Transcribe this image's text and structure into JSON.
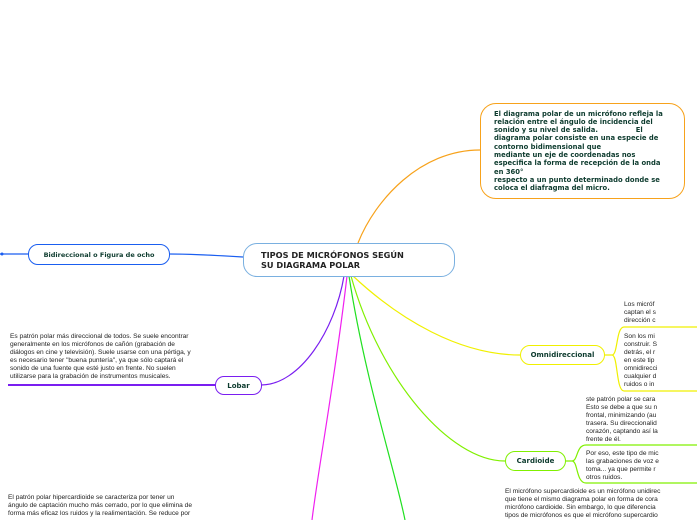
{
  "central": {
    "title_line1": "TIPOS DE MICRÓFONOS SEGÚN",
    "title_line2": "SU DIAGRAMA POLAR"
  },
  "definition": {
    "lines": [
      "El diagrama polar de un micrófono refleja la",
      "relación entre el ángulo de incidencia del",
      "sonido y su nivel de salida.                El",
      "diagrama polar consiste en una especie de",
      "contorno bidimensional que",
      "mediante un eje de coordenadas nos",
      "especifica la forma de recepción de la onda",
      "en 360°",
      "respecto a un punto determinado donde se",
      "coloca el diafragma del micro."
    ]
  },
  "bidireccional": {
    "label": "Bidireccional o Figura de ocho"
  },
  "lobar": {
    "label": "Lobar",
    "note": [
      "Es patrón polar más direccional de todos. Se suele encontrar",
      "generalmente en los micrófonos de cañón (grabación de",
      "diálogos en cine y televisión). Suele usarse con una pértiga, y",
      "es necesario tener \"buena puntería\", ya que sólo captará el",
      "sonido de una fuente que esté justo en frente. No suelen",
      "utilizarse para la grabación de instrumentos musicales."
    ]
  },
  "omnidireccional": {
    "label": "Omnidireccional",
    "notes": [
      [
        "Los micróf",
        "captan el s",
        "dirección c"
      ],
      [
        "Son los mi",
        "construir. S",
        "detrás, el r",
        "en este tip",
        "omnidirecci",
        "cualquier d",
        "ruidos o in"
      ]
    ]
  },
  "cardioide": {
    "label": "Cardioide",
    "notes": [
      [
        "ste patrón polar se cara",
        "Esto se debe a que su n",
        "frontal, minimizando (au",
        "trasera. Su direccionalid",
        "corazón, captando así la",
        "frente de él."
      ],
      [
        "Por eso, este tipo de mic",
        "las grabaciones de voz e",
        "toma... ya que permite r",
        "otros ruidos."
      ]
    ]
  },
  "supercardioide": {
    "note": [
      "El micrófono supercardioide es un micrófono unidirec",
      "que tiene el mismo diagrama polar en forma de cora",
      "micrófono cardioide. Sin embargo, lo que diferencia",
      "tipos de micrófonos es que el micrófono supercardio"
    ]
  },
  "hipercardioide": {
    "note": [
      "El patrón polar hipercardioide se caracteriza por tener un",
      "ángulo de captación mucho más cerrado, por lo que elimina de",
      "forma más eficaz los ruidos y la realimentación. Se reduce por"
    ]
  },
  "colors": {
    "definition": "#f7a21b",
    "bidireccional": "#1a5ef0",
    "lobar": "#7a1ef0",
    "omni": "#f0f000",
    "cardioide": "#80f000",
    "green": "#20e020",
    "magenta": "#f020f0",
    "central": "#7ab0e0"
  }
}
